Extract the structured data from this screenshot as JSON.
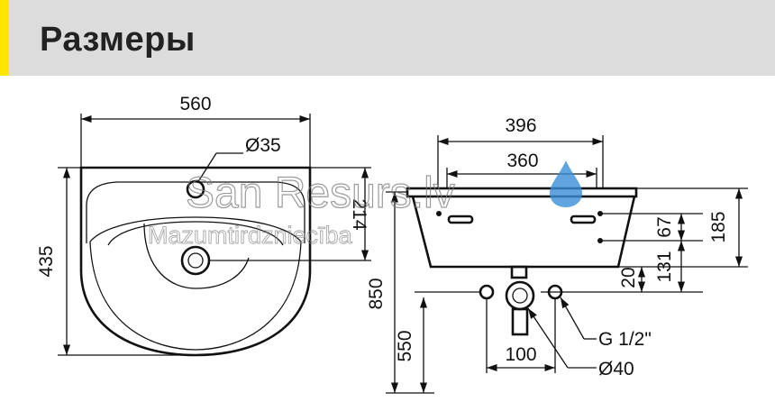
{
  "header": {
    "title": "Размеры"
  },
  "front_view": {
    "width": "560",
    "height": "435",
    "tap_hole": "Ø35",
    "overflow_height": "214"
  },
  "side_view": {
    "outer_depth": "396",
    "bracket_spacing": "360",
    "total_height": "185",
    "upper_offset": "67",
    "lower_offset": "131",
    "drain_offset": "20",
    "mount_height": "850",
    "supply_height": "550",
    "supply_spacing": "100",
    "supply_thread": "G 1/2\"",
    "drain_diameter": "Ø40"
  },
  "watermark": {
    "main": "San Resurs.lv",
    "sub": "Mazumtirdzniecība"
  },
  "colors": {
    "accent": "#ffe600",
    "header_bg": "#dcdcdc",
    "watermark_drop": "#3a8fd8"
  }
}
